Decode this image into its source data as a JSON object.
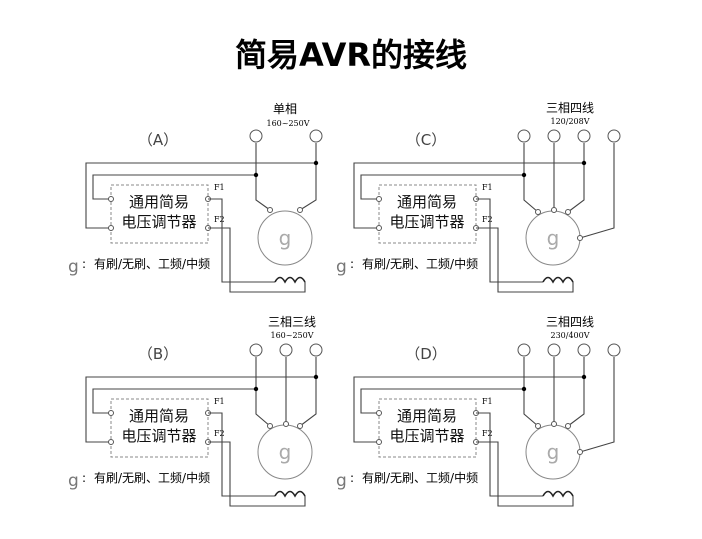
{
  "title": "简易AVR的接线",
  "regulator": {
    "line1": "通用简易",
    "line2": "电压调节器"
  },
  "terminals": {
    "f1": "F1",
    "f2": "F2"
  },
  "generator_symbol": "g",
  "legend": {
    "symbol": "g",
    "colon": ":",
    "text": "有刷/无刷、工频/中频"
  },
  "panels": [
    {
      "id": "（A）",
      "phase": "单相",
      "spec": "160~250V"
    },
    {
      "id": "（C）",
      "phase": "三相四线",
      "spec": "120/208V"
    },
    {
      "id": "（B）",
      "phase": "三相三线",
      "spec": "160~250V"
    },
    {
      "id": "（D）",
      "phase": "三相四线",
      "spec": "230/400V"
    }
  ]
}
